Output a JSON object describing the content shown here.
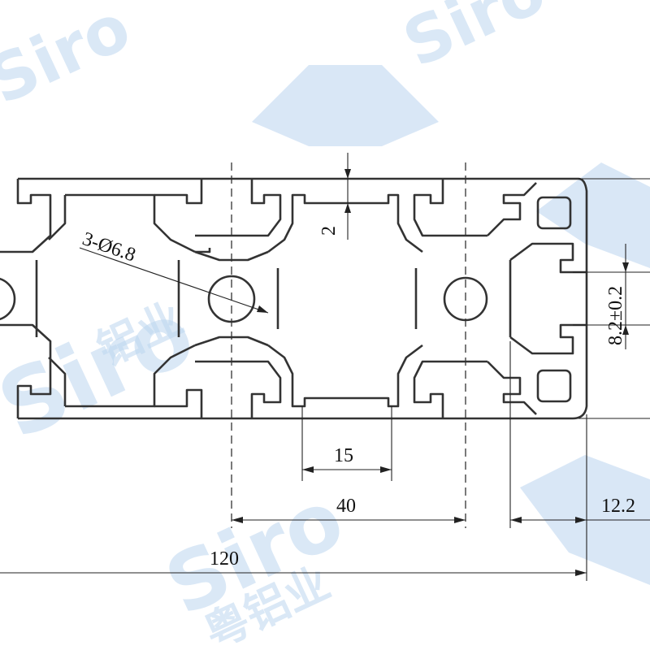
{
  "drawing": {
    "labels": {
      "holes": "3-Ø6.8",
      "slot_depth": "2",
      "slot_width": "8.2±0.2",
      "inner_width": "15",
      "pitch": "40",
      "total_width": "120",
      "edge_offset": "12.2"
    }
  },
  "watermark": {
    "texts": [
      "Siro",
      "铝业",
      "Siro",
      "粤铝业",
      "Siro"
    ],
    "color": "#b9d4ee"
  },
  "colors": {
    "outline": "#333333",
    "dimension": "#222222",
    "background": "#ffffff"
  }
}
